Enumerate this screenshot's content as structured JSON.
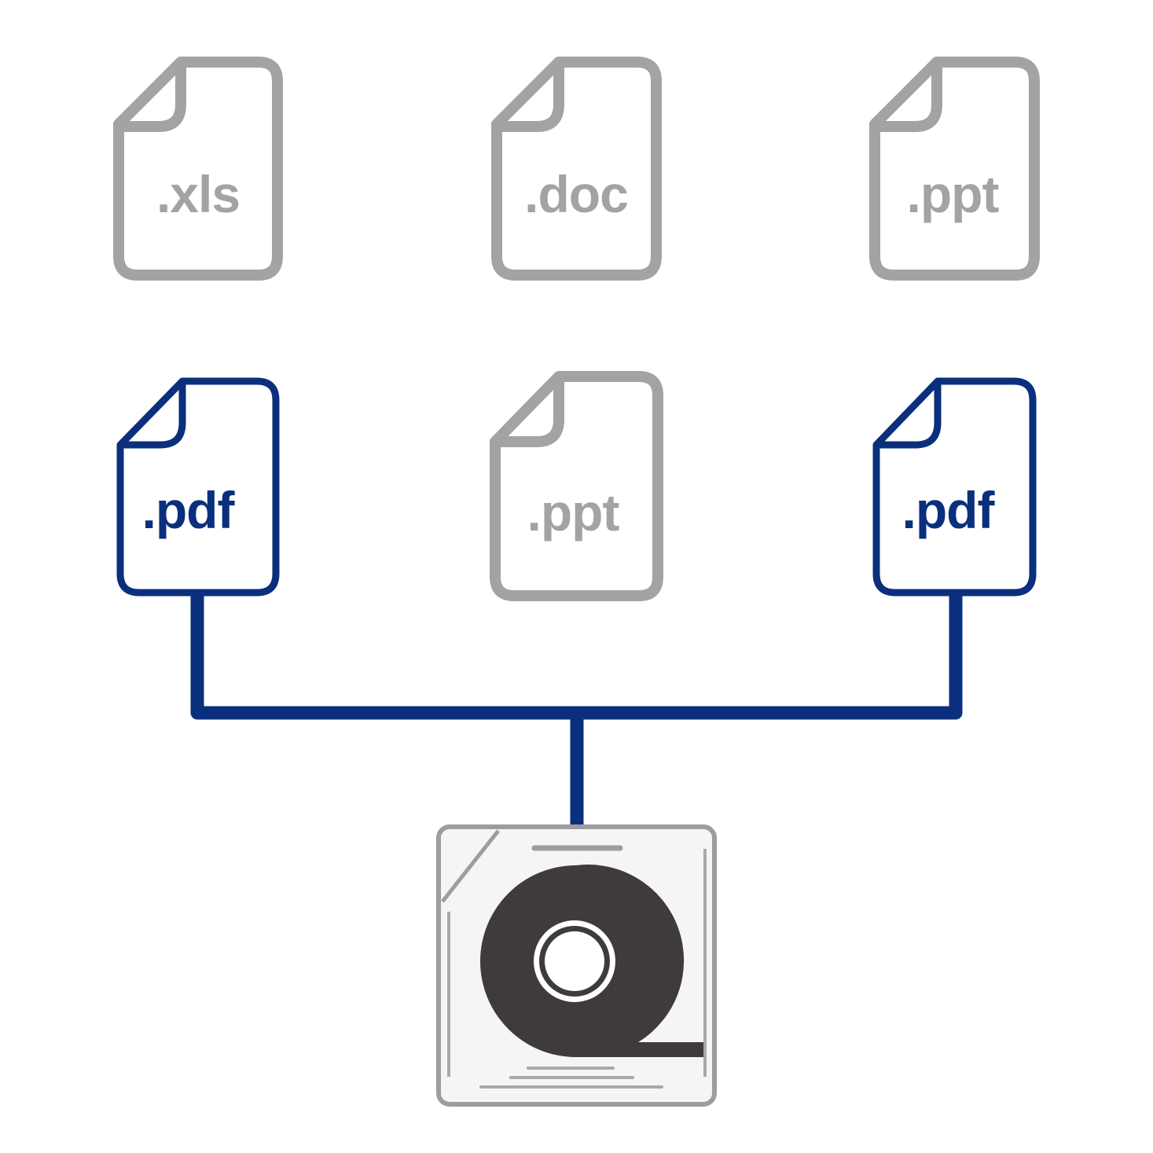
{
  "colors": {
    "inactive": "#a3a3a4",
    "active": "#0a2f7c",
    "tape_dark": "#3e3b3a",
    "cartridge_fill": "#f5f5f5",
    "cartridge_stroke": "#9d9d9e",
    "background": "#ffffff"
  },
  "files": [
    {
      "label": ".xls",
      "state": "inactive",
      "icon": "document-icon"
    },
    {
      "label": ".doc",
      "state": "inactive",
      "icon": "document-icon"
    },
    {
      "label": ".ppt",
      "state": "inactive",
      "icon": "document-icon"
    },
    {
      "label": ".pdf",
      "state": "active",
      "icon": "document-icon"
    },
    {
      "label": ".ppt",
      "state": "inactive",
      "icon": "document-icon"
    },
    {
      "label": ".pdf",
      "state": "active",
      "icon": "document-icon"
    }
  ],
  "storage": {
    "icon": "tape-cartridge-icon"
  }
}
